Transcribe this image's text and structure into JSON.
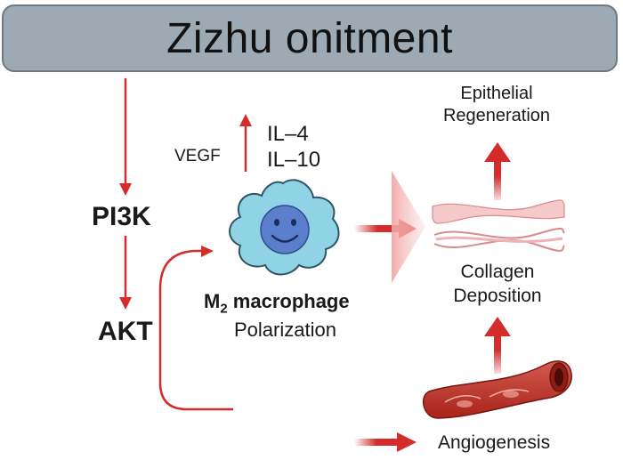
{
  "title": "Zizhu onitment",
  "pathway": {
    "pi3k": "PI3K",
    "akt": "AKT"
  },
  "secreted": {
    "vegf": "VEGF",
    "il4": "IL–4",
    "il10": "IL–10"
  },
  "macrophage": {
    "name": "M",
    "subscript": "2",
    "suffix": " macrophage",
    "process": "Polarization"
  },
  "outcomes": {
    "epithelial_line1": "Epithelial",
    "epithelial_line2": "Regeneration",
    "collagen_line1": "Collagen",
    "collagen_line2": "Deposition",
    "angiogenesis": "Angiogenesis"
  },
  "colors": {
    "arrow": "#d42b2b",
    "title_fill": "#9eaab3",
    "cell_fill": "#8fd3e4",
    "nucleus_fill": "#5b7fcc"
  }
}
